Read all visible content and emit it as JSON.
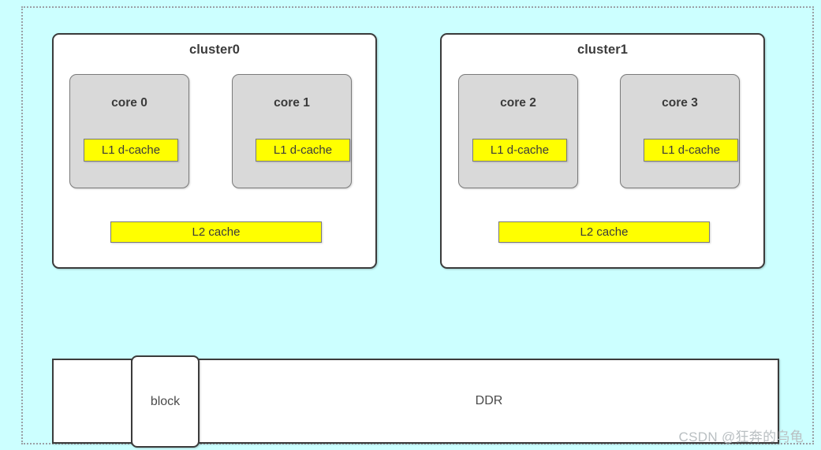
{
  "canvas": {
    "background_color": "#ccffff",
    "selection_border_color": "#9aa0a6"
  },
  "clusters": [
    {
      "title": "cluster0",
      "cores": [
        {
          "title": "core 0",
          "l1_label": "L1 d-cache"
        },
        {
          "title": "core 1",
          "l1_label": "L1 d-cache"
        }
      ],
      "l2_label": "L2 cache"
    },
    {
      "title": "cluster1",
      "cores": [
        {
          "title": "core 2",
          "l1_label": "L1 d-cache"
        },
        {
          "title": "core 3",
          "l1_label": "L1 d-cache"
        }
      ],
      "l2_label": "L2 cache"
    }
  ],
  "memory": {
    "ddr_label": "DDR",
    "block_label": "block"
  },
  "colors": {
    "cluster_fill": "#ffffff",
    "core_fill": "#d9d9d9",
    "cache_fill": "#ffff00",
    "border_dark": "#3b3b3b",
    "border_gray": "#7a7a7a"
  },
  "watermark": "CSDN @狂奔的乌龟"
}
